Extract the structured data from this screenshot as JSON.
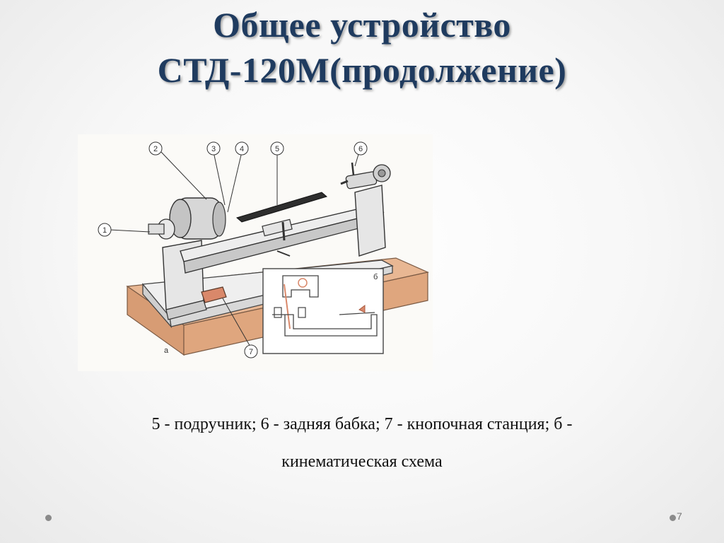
{
  "slide": {
    "title_line1": "Общее устройство",
    "title_line2": "СТД-120М(продолжение)",
    "caption_line1": "5 - подручник; 6 - задняя бабка; 7 - кнопочная станция; б -",
    "caption_line2": "кинематическая схема",
    "page_number": "7"
  },
  "figure": {
    "callouts": [
      "1",
      "2",
      "3",
      "4",
      "5",
      "6",
      "7"
    ],
    "label_a": "а",
    "label_b": "б"
  },
  "colors": {
    "title": "#1f3b5f",
    "base_wood": "#e3ae86",
    "schematic_accent": "#d9886a"
  }
}
